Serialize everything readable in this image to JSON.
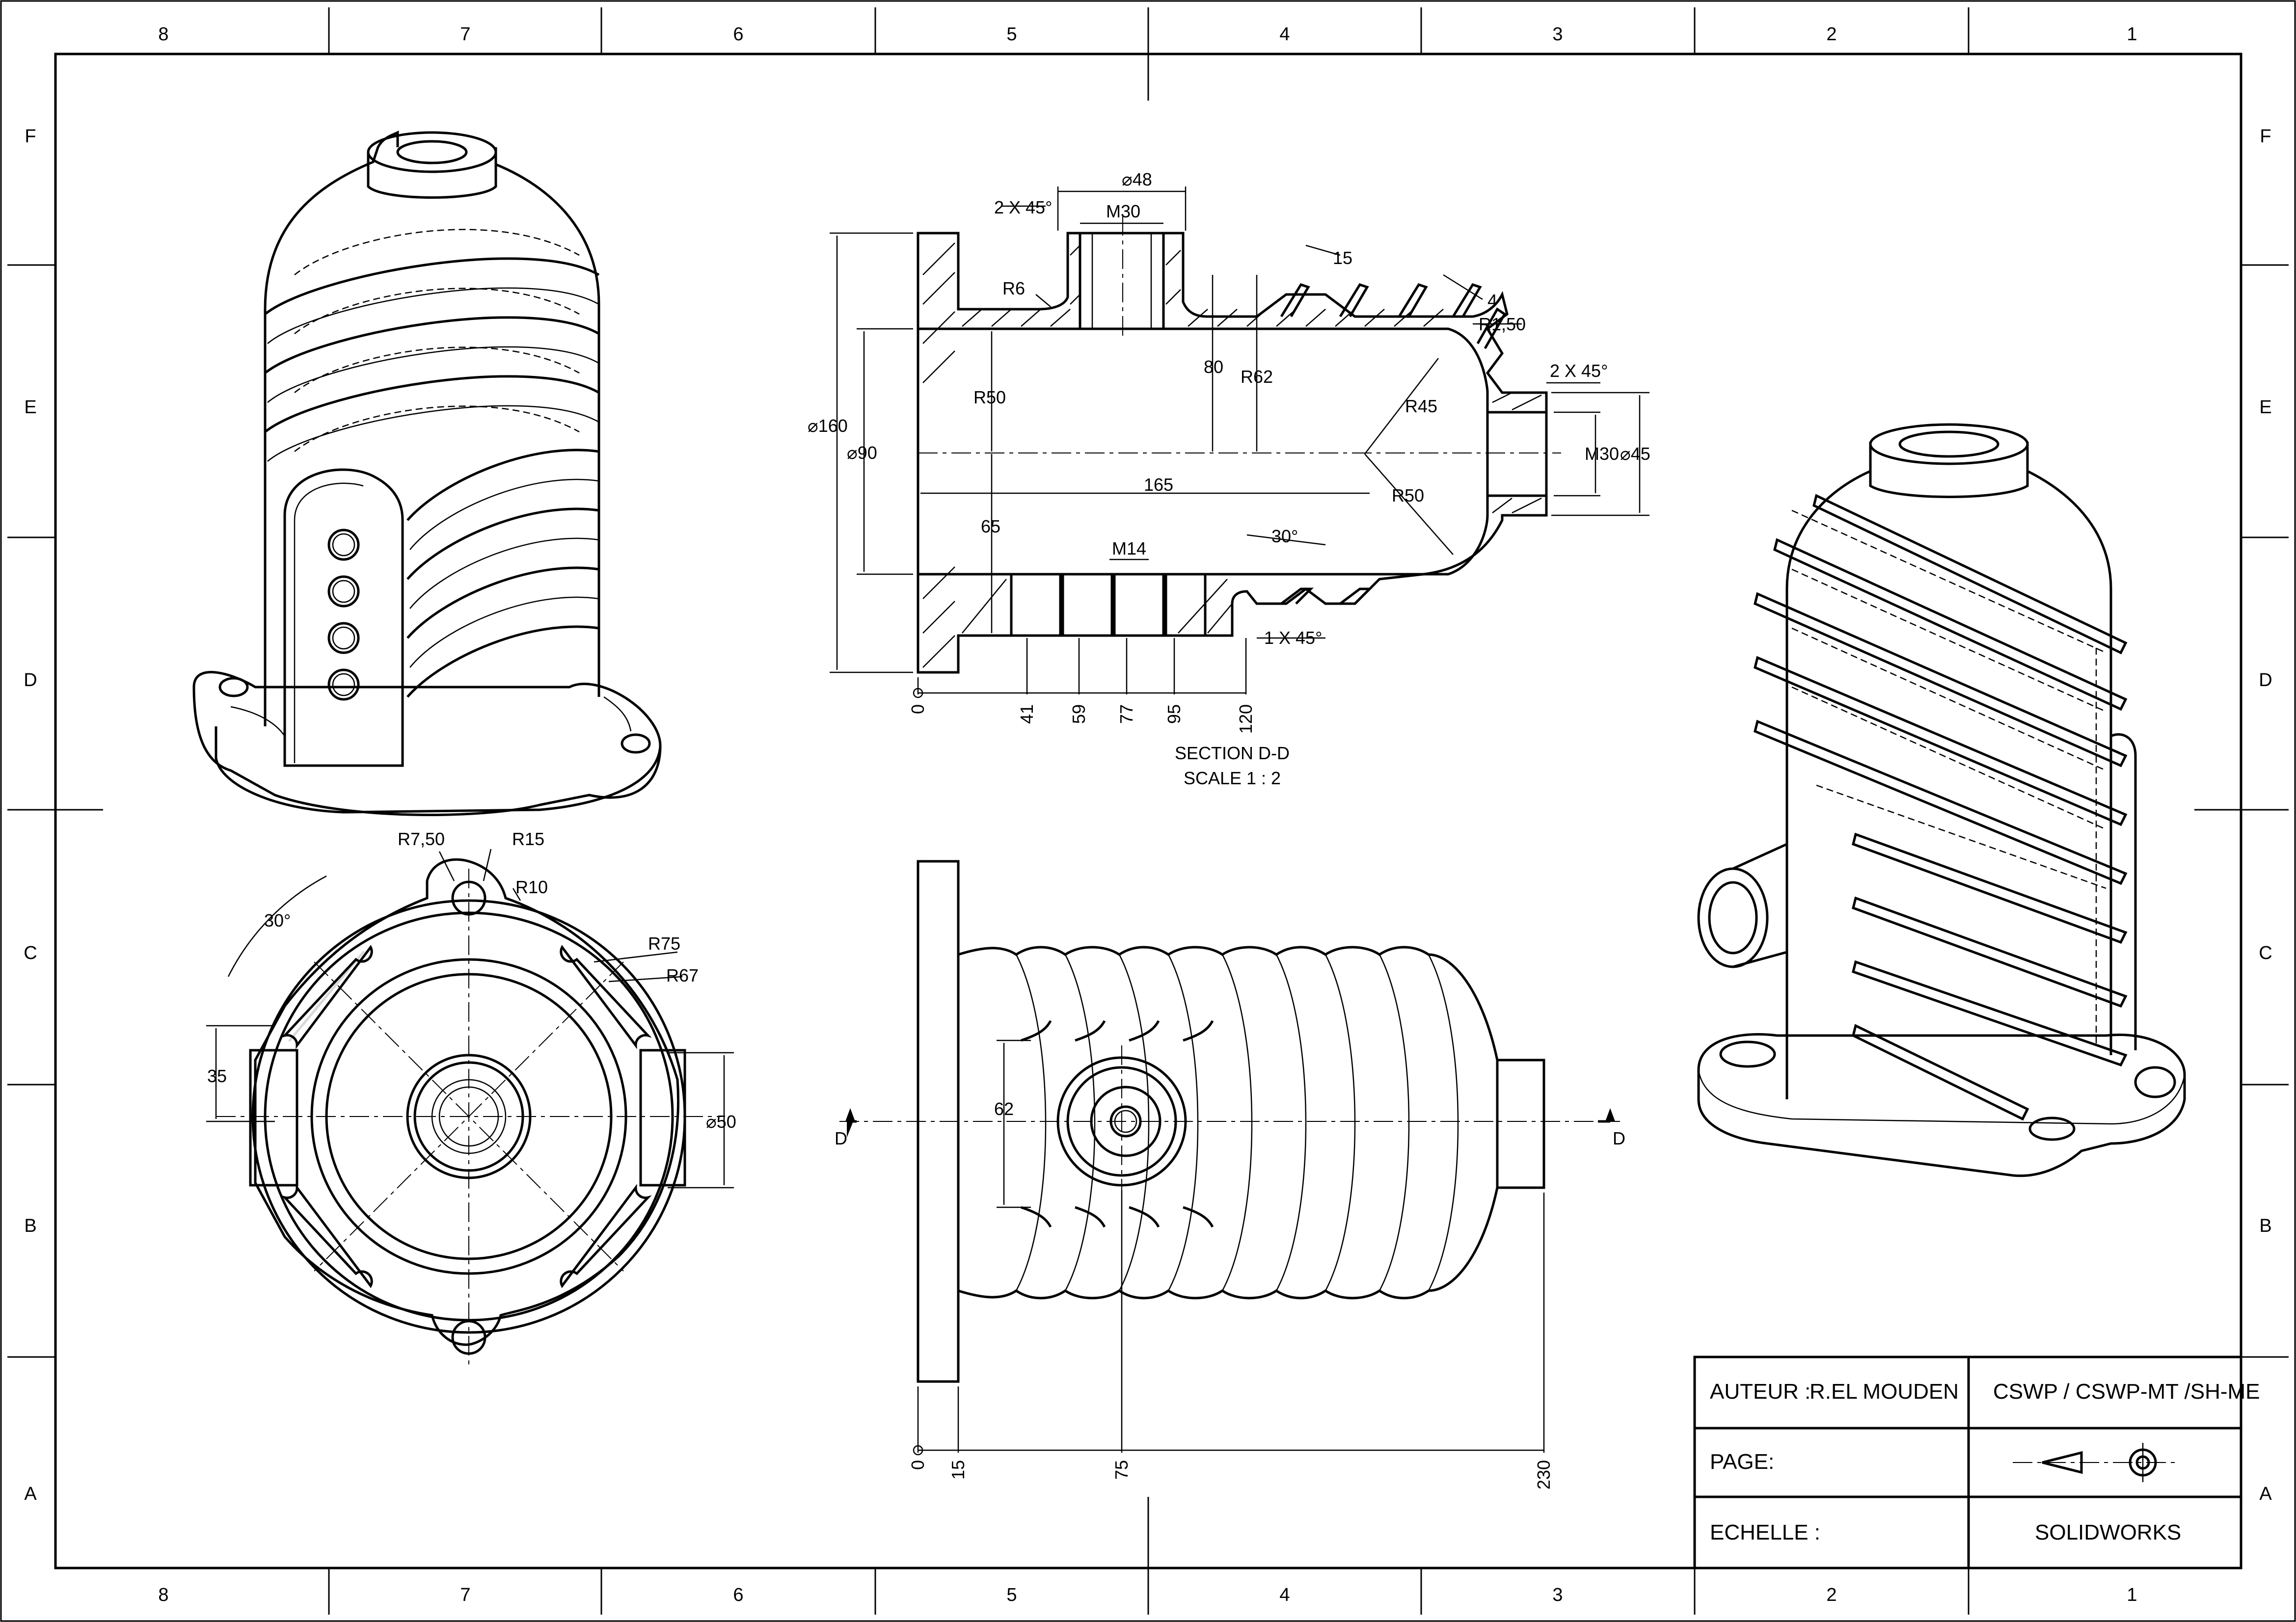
{
  "sheet": {
    "zones_columns": [
      "8",
      "7",
      "6",
      "5",
      "4",
      "3",
      "2",
      "1"
    ],
    "zones_rows": [
      "F",
      "E",
      "D",
      "C",
      "B",
      "A"
    ]
  },
  "title_block": {
    "author_label": "AUTEUR :",
    "author_value": "R.EL MOUDEN",
    "certification": "CSWP / CSWP-MT /SH-ME",
    "page_label": "PAGE:",
    "scale_label": "ECHELLE :",
    "software": "SOLIDWORKS"
  },
  "section_view": {
    "title": "SECTION D-D",
    "scale": "SCALE 1 : 2",
    "dims": {
      "d48": "48",
      "m30_top": "M30",
      "chamfer_top": "2 X 45°",
      "r6": "R6",
      "d160": "160",
      "d90": "90",
      "r50_left": "R50",
      "len_65": "65",
      "len_80": "80",
      "r62": "R62",
      "len_165": "165",
      "fin_15": "15",
      "fin_4": "4",
      "r150": "R1,50",
      "r45": "R45",
      "chamfer_right": "2 X 45°",
      "m30_right": "M30",
      "d45": "45",
      "r50_right": "R50",
      "angle_30": "30°",
      "m14": "M14",
      "chamfer_bottom": "1 X 45°",
      "ords": [
        "0",
        "41",
        "59",
        "77",
        "95",
        "120"
      ]
    }
  },
  "top_view": {
    "dims": {
      "r750": "R7,50",
      "r15": "R15",
      "r10": "R10",
      "angle_30": "30°",
      "r75": "R75",
      "r67": "R67",
      "len_35": "35",
      "d50": "50"
    }
  },
  "front_view": {
    "dims": {
      "len_62": "62",
      "section_marker": "D",
      "ords": [
        "0",
        "15",
        "75",
        "230"
      ]
    }
  }
}
